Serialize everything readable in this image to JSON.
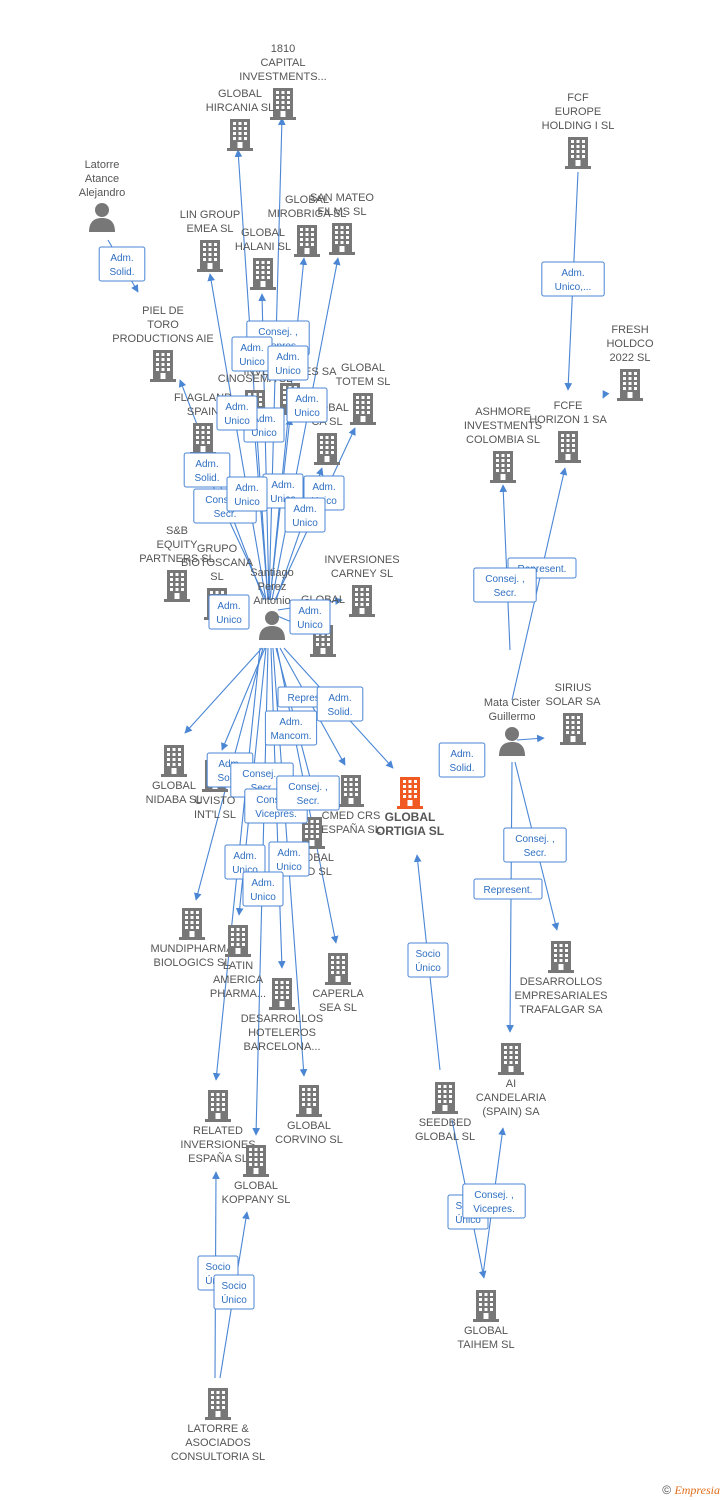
{
  "colors": {
    "edge": "#4a86d4",
    "company": "#777777",
    "focus": "#f05a22",
    "person": "#777777"
  },
  "footer": {
    "copyright": "©",
    "brand": "Empresia"
  },
  "nodes": [
    {
      "id": "capital1810",
      "kind": "company",
      "label": [
        "1810",
        "CAPITAL",
        "INVESTMENTS..."
      ]
    },
    {
      "id": "hircania",
      "kind": "company",
      "label": [
        "GLOBAL",
        "HIRCANIA SL"
      ]
    },
    {
      "id": "fcf",
      "kind": "company",
      "label": [
        "FCF",
        "EUROPE",
        "HOLDING I SL"
      ]
    },
    {
      "id": "latorre_p",
      "kind": "person",
      "label": [
        "Latorre",
        "Atance",
        "Alejandro"
      ]
    },
    {
      "id": "lingroup",
      "kind": "company",
      "label": [
        "LIN GROUP",
        "EMEA SL"
      ]
    },
    {
      "id": "mirobriga",
      "kind": "company",
      "label": [
        "GLOBAL",
        "MIROBRIGA SL"
      ]
    },
    {
      "id": "sanmateo",
      "kind": "company",
      "label": [
        "SAN MATEO",
        "FILMS SL"
      ]
    },
    {
      "id": "halani",
      "kind": "company",
      "label": [
        "GLOBAL",
        "HALANI SL"
      ]
    },
    {
      "id": "pieltoro",
      "kind": "company",
      "label": [
        "PIEL DE",
        "TORO",
        "PRODUCTIONS AIE"
      ]
    },
    {
      "id": "fresh",
      "kind": "company",
      "label": [
        "FRESH",
        "HOLDCO",
        "2022 SL"
      ]
    },
    {
      "id": "cinosema",
      "kind": "company",
      "label": [
        "GLOBAL",
        "CINOSEMA SL"
      ]
    },
    {
      "id": "imog",
      "kind": "company",
      "label": [
        "IMOG",
        "INVERSIONES SA"
      ]
    },
    {
      "id": "totem",
      "kind": "company",
      "label": [
        "GLOBAL",
        "TOTEM SL"
      ]
    },
    {
      "id": "flagland",
      "kind": "company",
      "label": [
        "FLAGLAND",
        "SPAIN"
      ]
    },
    {
      "id": "globalca",
      "kind": "company",
      "label": [
        "GLOBAL",
        "CA SL"
      ]
    },
    {
      "id": "ashmore",
      "kind": "company",
      "label": [
        "ASHMORE",
        "INVESTMENTS",
        "COLOMBIA SL"
      ]
    },
    {
      "id": "fcfe",
      "kind": "company",
      "label": [
        "FCFE",
        "HORIZON 1 SA"
      ]
    },
    {
      "id": "sb",
      "kind": "company",
      "label": [
        "S&B",
        "EQUITY",
        "PARTNERS SL"
      ]
    },
    {
      "id": "biotoscana",
      "kind": "company",
      "label": [
        "GRUPO",
        "BIOTOSCANA",
        "SL"
      ]
    },
    {
      "id": "santiago",
      "kind": "person",
      "label": [
        "Santiago",
        "Perez",
        "Antonio"
      ]
    },
    {
      "id": "carney",
      "kind": "company",
      "label": [
        "INVERSIONES",
        "CARNEY SL"
      ]
    },
    {
      "id": "globalsl",
      "kind": "company",
      "label": [
        "GLOBAL",
        "SL"
      ]
    },
    {
      "id": "mata",
      "kind": "person",
      "label": [
        "Mata Cister",
        "Guillermo"
      ]
    },
    {
      "id": "sirius",
      "kind": "company",
      "label": [
        "SIRIUS",
        "SOLAR SA"
      ]
    },
    {
      "id": "nidaba",
      "kind": "company",
      "label": [
        "GLOBAL",
        "NIDABA SL"
      ]
    },
    {
      "id": "uvisto",
      "kind": "company",
      "label": [
        "UVISTO",
        "INT'L SL"
      ]
    },
    {
      "id": "cmed",
      "kind": "company",
      "label": [
        "CMED CRS",
        "ESPAÑA SL"
      ]
    },
    {
      "id": "ortigia",
      "kind": "focus",
      "label": [
        "GLOBAL",
        "ORTIGIA SL"
      ]
    },
    {
      "id": "globalard",
      "kind": "company",
      "label": [
        "GLOBAL",
        "ARD SL"
      ]
    },
    {
      "id": "mundipharma",
      "kind": "company",
      "label": [
        "MUNDIPHARMA",
        "BIOLOGICS SL"
      ]
    },
    {
      "id": "latinamerica",
      "kind": "company",
      "label": [
        "LATIN",
        "AMERICA",
        "PHARMA..."
      ]
    },
    {
      "id": "desarrhot",
      "kind": "company",
      "label": [
        "DESARROLLOS",
        "HOTELEROS",
        "BARCELONA..."
      ]
    },
    {
      "id": "caperla",
      "kind": "company",
      "label": [
        "CAPERLA",
        "SEA SL"
      ]
    },
    {
      "id": "trafalgar",
      "kind": "company",
      "label": [
        "DESARROLLOS",
        "EMPRESARIALES",
        "TRAFALGAR SA"
      ]
    },
    {
      "id": "candelaria",
      "kind": "company",
      "label": [
        "AI",
        "CANDELARIA",
        "(SPAIN) SA"
      ]
    },
    {
      "id": "seedbed",
      "kind": "company",
      "label": [
        "SEEDBED",
        "GLOBAL SL"
      ]
    },
    {
      "id": "corvino",
      "kind": "company",
      "label": [
        "GLOBAL",
        "CORVINO SL"
      ]
    },
    {
      "id": "related",
      "kind": "company",
      "label": [
        "RELATED",
        "INVERSIONES",
        "ESPAÑA SL"
      ]
    },
    {
      "id": "koppany",
      "kind": "company",
      "label": [
        "GLOBAL",
        "KOPPANY SL"
      ]
    },
    {
      "id": "taihem",
      "kind": "company",
      "label": [
        "GLOBAL",
        "TAIHEM SL"
      ]
    },
    {
      "id": "latorre_c",
      "kind": "company",
      "label": [
        "LATORRE &",
        "ASOCIADOS",
        "CONSULTORIA SL"
      ]
    }
  ],
  "relations": [
    {
      "lines": [
        "Adm.",
        "Solid."
      ]
    },
    {
      "lines": [
        "Adm.",
        "Unico,..."
      ]
    },
    {
      "lines": [
        "Consej. ,",
        "Vicepres."
      ]
    },
    {
      "lines": [
        "Adm.",
        "Unico"
      ]
    },
    {
      "lines": [
        "Adm.",
        "Unico"
      ]
    },
    {
      "lines": [
        "Adm.",
        "Unico"
      ]
    },
    {
      "lines": [
        "Adm.",
        "Unico"
      ]
    },
    {
      "lines": [
        "Adm.",
        "Solid."
      ]
    },
    {
      "lines": [
        "Consej. ,",
        "Secr."
      ]
    },
    {
      "lines": [
        "Adm.",
        "Unico"
      ]
    },
    {
      "lines": [
        "Adm.",
        "Unico"
      ]
    },
    {
      "lines": [
        "Adm.",
        "Unico"
      ]
    },
    {
      "lines": [
        "Represent."
      ]
    },
    {
      "lines": [
        "Consej. ,",
        "Secr."
      ]
    },
    {
      "lines": [
        "Adm.",
        "Unico"
      ]
    },
    {
      "lines": [
        "Adm.",
        "Unico"
      ]
    },
    {
      "lines": [
        "Adm.",
        "Unico"
      ]
    },
    {
      "lines": [
        "Adm.",
        "Unico"
      ]
    },
    {
      "lines": [
        "Represent."
      ]
    },
    {
      "lines": [
        "Adm.",
        "Solid."
      ]
    },
    {
      "lines": [
        "Adm.",
        "Mancom."
      ]
    },
    {
      "lines": [
        "Adm.",
        "Solid."
      ]
    },
    {
      "lines": [
        "Adm.",
        "Solid."
      ]
    },
    {
      "lines": [
        "Consej. ,",
        "Secr."
      ]
    },
    {
      "lines": [
        "Consej. ,",
        "Vicepres."
      ]
    },
    {
      "lines": [
        "Consej. ,",
        "Secr."
      ]
    },
    {
      "lines": [
        "Consej. ,",
        "Secr."
      ]
    },
    {
      "lines": [
        "Adm.",
        "Unico"
      ]
    },
    {
      "lines": [
        "Adm.",
        "Unico"
      ]
    },
    {
      "lines": [
        "Adm.",
        "Unico"
      ]
    },
    {
      "lines": [
        "Represent."
      ]
    },
    {
      "lines": [
        "Socio",
        "Único"
      ]
    },
    {
      "lines": [
        "Socio",
        "Único"
      ]
    },
    {
      "lines": [
        "Consej. ,",
        "Vicepres."
      ]
    },
    {
      "lines": [
        "Socio",
        "Único"
      ]
    },
    {
      "lines": [
        "Socio",
        "Único"
      ]
    }
  ]
}
